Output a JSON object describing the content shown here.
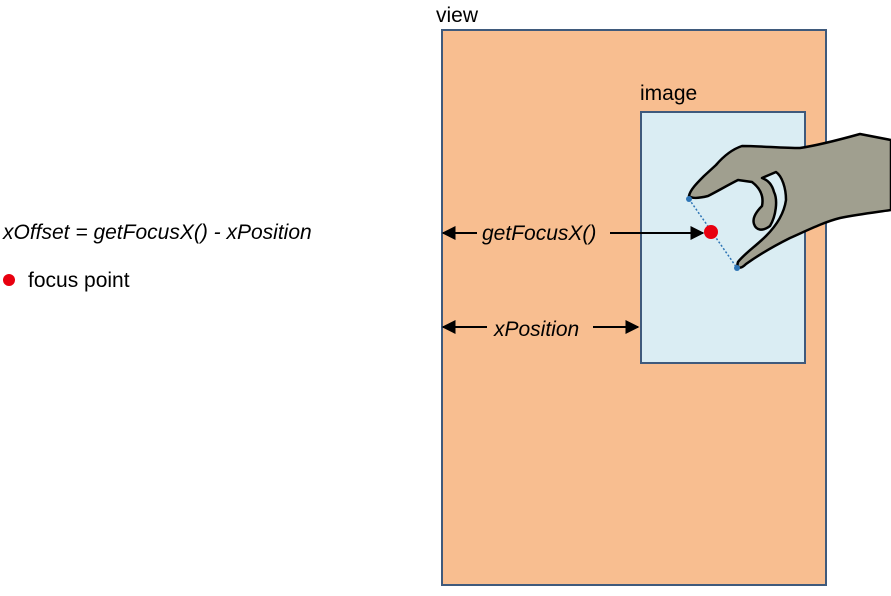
{
  "labels": {
    "view": "view",
    "image": "image",
    "formula": "xOffset = getFocusX() - xPosition",
    "legend_focus": "focus point",
    "getfocusx": "getFocusX()",
    "xposition": "xPosition"
  },
  "icons": {
    "hand": "pinch-hand-icon",
    "focus_dot": "red-circle"
  },
  "colors": {
    "view_fill": "#f8be90",
    "view_border": "#3f5a7c",
    "image_fill": "#daedf3",
    "focus_point": "#e8000f",
    "hand_fill": "#a09f8f",
    "pinch_line": "#2e75b6"
  }
}
